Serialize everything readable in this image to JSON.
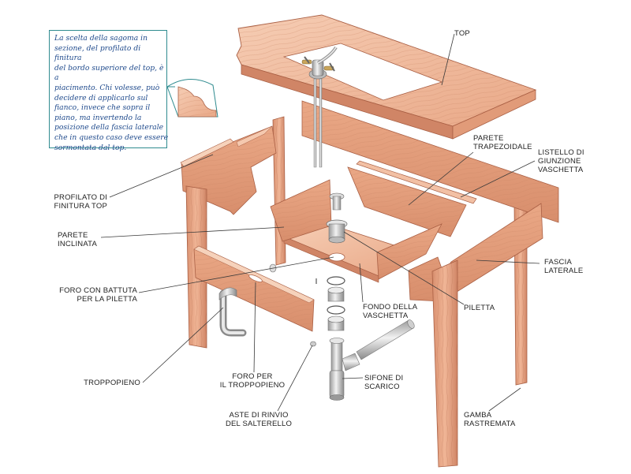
{
  "note": {
    "lines": [
      "La scelta della sagoma in",
      "sezione, del profilato di finitura",
      "del bordo superiore del top, è a",
      "piacimento. Chi volesse, può",
      "decidere di applicarlo sul",
      "fianco, invece che sopra il",
      "piano, ma invertendo la",
      "posizione della fascia laterale",
      "che in questo caso deve essere",
      "sormontata dal top."
    ]
  },
  "labels": {
    "top": [
      "TOP"
    ],
    "parete_trapezoidale": [
      "PARETE",
      "TRAPEZOIDALE"
    ],
    "listello": [
      "LISTELLO DI",
      "GIUNZIONE",
      "VASCHETTA"
    ],
    "profilato": [
      "PROFILATO DI",
      "FINITURA TOP"
    ],
    "parete_inclinata": [
      "PARETE",
      "INCLINATA"
    ],
    "fascia_laterale": [
      "FASCIA",
      "LATERALE"
    ],
    "foro_battuta": [
      "FORO CON BATTUTA",
      "PER LA PILETTA"
    ],
    "fondo": [
      "FONDO DELLA",
      "VASCHETTA"
    ],
    "piletta": [
      "PILETTA"
    ],
    "troppopieno": [
      "TROPPOPIENO"
    ],
    "foro_troppopieno": [
      "FORO PER",
      "IL TROPPOPIENO"
    ],
    "sifone": [
      "SIFONE DI",
      "SCARICO"
    ],
    "gamba": [
      "GAMBA",
      "RASTREMATA"
    ],
    "aste": [
      "ASTE DI RINVIO",
      "DEL SALTERELLO"
    ]
  },
  "colors": {
    "wood_light": "#f2c0a4",
    "wood_mid": "#e6a07e",
    "wood_dark": "#c97a5a",
    "wood_edge": "#a95f44",
    "metal_light": "#e8e8e8",
    "metal_dark": "#8c8c8c",
    "note_border": "#2f8b8f",
    "note_text": "#1f4a8c"
  }
}
